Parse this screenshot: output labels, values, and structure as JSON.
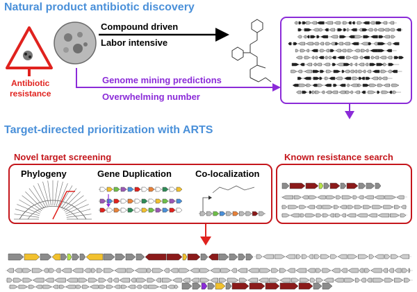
{
  "header": {
    "title": "Natural product antibiotic discovery"
  },
  "compound_route": {
    "line1": "Compound driven",
    "line2": "Labor intensive"
  },
  "genome_route": {
    "line1": "Genome mining predictions",
    "line2": "Overwhelming number"
  },
  "resistance": {
    "line1": "Antibiotic",
    "line2": "resistance"
  },
  "arts": {
    "title": "Target-directed prioritization with ARTS"
  },
  "novel": {
    "title": "Novel target screening",
    "methods": [
      "Phylogeny",
      "Gene Duplication",
      "Co-localization"
    ]
  },
  "known": {
    "title": "Known resistance search"
  },
  "colors": {
    "blue_title": "#4a90d9",
    "purple": "#8b2bd8",
    "red": "#e0221e",
    "dark_red": "#c4161c",
    "gene_red": "#8b1a1a",
    "gene_gray": "#8c8c8c",
    "gene_yellow": "#f2c12e",
    "gene_green": "#b7e34a"
  }
}
